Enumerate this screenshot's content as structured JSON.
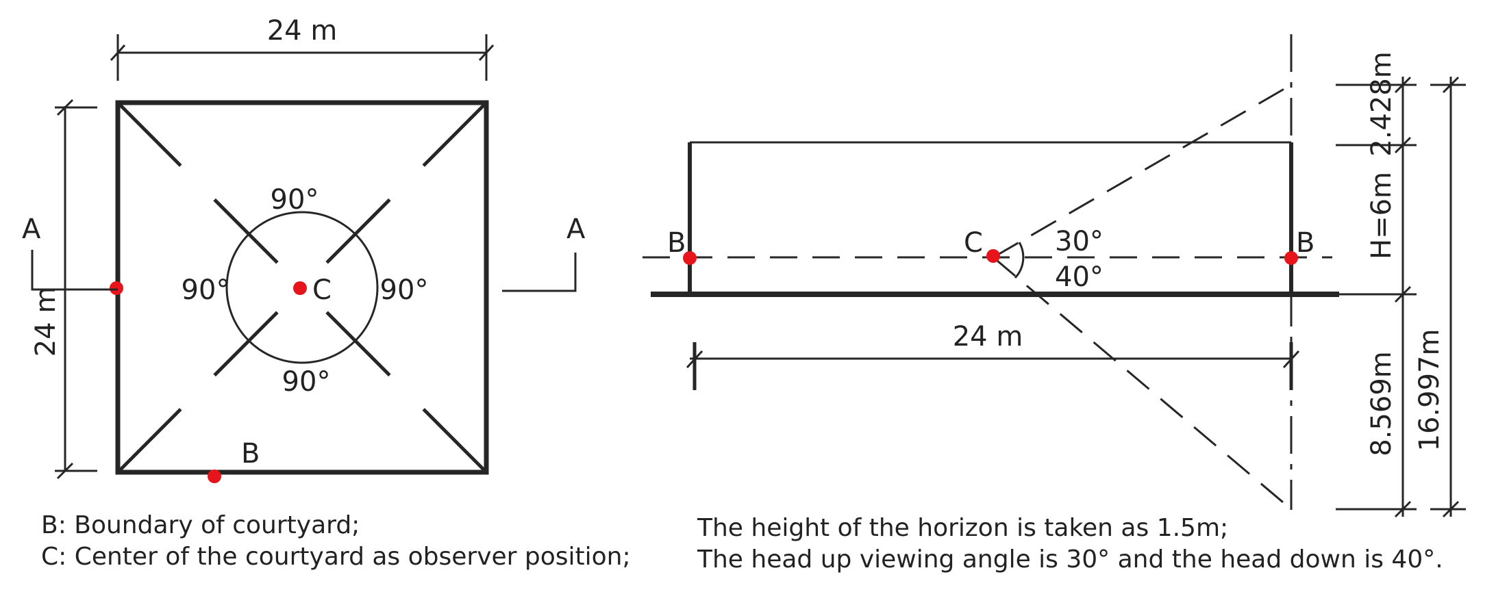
{
  "plan": {
    "top_dimension": "24 m",
    "left_dimension": "24 m",
    "section_mark_left": "A",
    "section_mark_right": "A",
    "angle_top": "90°",
    "angle_left": "90°",
    "angle_right": "90°",
    "angle_bottom": "90°",
    "center_label": "C",
    "boundary_label": "B"
  },
  "section": {
    "left_point_label": "B",
    "center_label": "C",
    "right_point_label": "B",
    "up_angle": "30°",
    "down_angle": "40°",
    "bottom_dimension": "24 m",
    "dim_top_segment": "2.428m",
    "dim_height": "H=6m",
    "dim_lower_segment": "8.569m",
    "dim_total": "16.997m"
  },
  "captions": {
    "left_line_1": "B: Boundary of courtyard;",
    "left_line_2": "C: Center of the courtyard as observer position;",
    "right_line_1": "The height of the horizon is taken as 1.5m;",
    "right_line_2": "The head up viewing angle is 30° and the head down is 40°."
  },
  "colors": {
    "line": "#262626",
    "marker": "#e8141c",
    "text": "#222222"
  }
}
